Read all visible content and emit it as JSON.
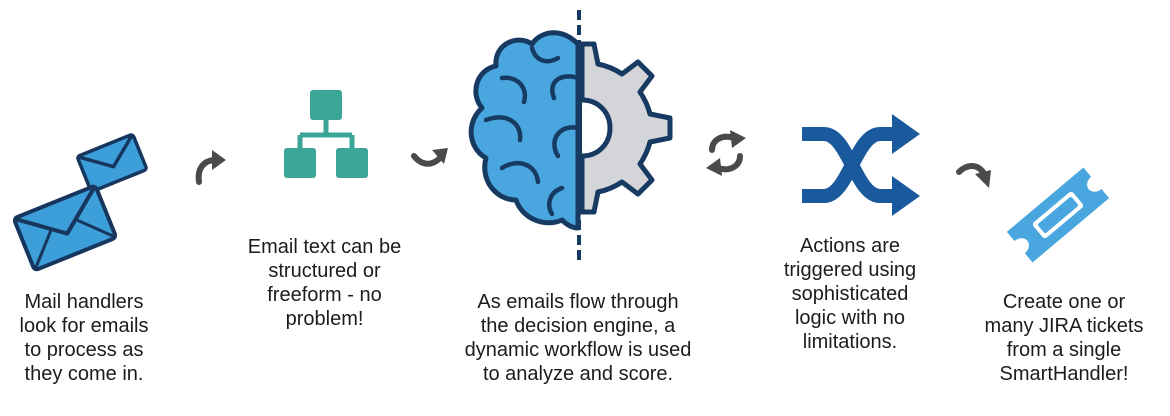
{
  "steps": [
    {
      "id": "mail",
      "caption": "Mail handlers\nlook for emails\nto process as\nthey come in.",
      "icon": "envelopes-icon"
    },
    {
      "id": "structure",
      "caption": "Email text can be\nstructured or\nfreeform - no\nproblem!",
      "icon": "hierarchy-icon"
    },
    {
      "id": "engine",
      "caption": "As emails flow through\nthe decision engine, a\ndynamic workflow is used\nto analyze and score.",
      "icon": "brain-gear-icon"
    },
    {
      "id": "actions",
      "caption": "Actions are\ntriggered using\nsophisticated\nlogic with no\nlimitations.",
      "icon": "shuffle-icon"
    },
    {
      "id": "tickets",
      "caption": "Create one or\nmany JIRA tickets\nfrom a single\nSmartHandler!",
      "icon": "ticket-icon"
    }
  ],
  "colors": {
    "envelope": "#3d9fd9",
    "envelope_dark": "#17365d",
    "hierarchy": "#3aa796",
    "brain": "#4aa6de",
    "brain_dark": "#173a63",
    "gear": "#d3d5d8",
    "shuffle": "#1a5a9c",
    "ticket": "#4aa6de",
    "arrow": "#4a4a4a"
  }
}
